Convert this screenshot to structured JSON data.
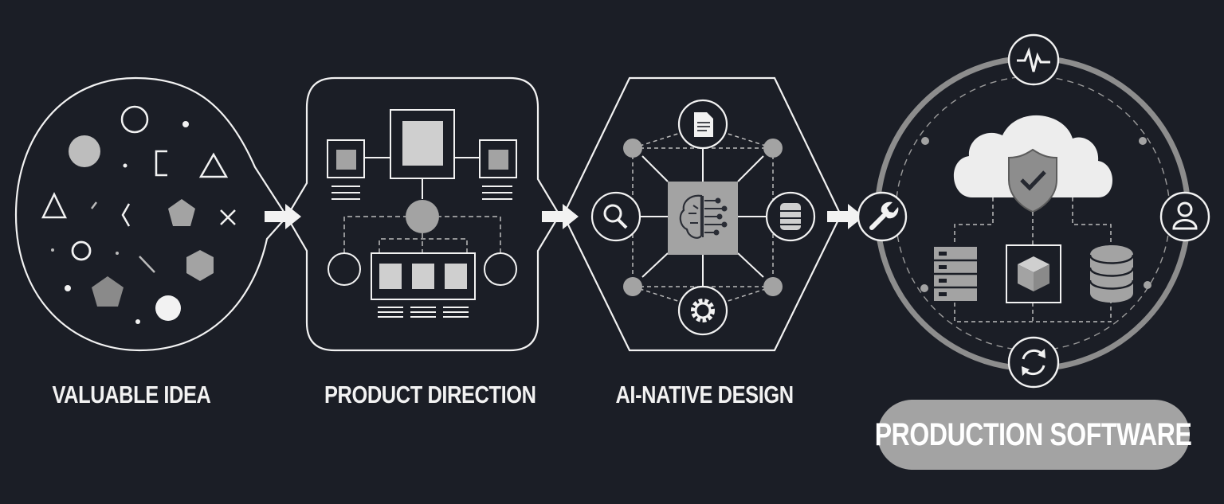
{
  "stages": [
    {
      "label": "VALUABLE IDEA"
    },
    {
      "label": "PRODUCT DIRECTION"
    },
    {
      "label": "AI-NATIVE DESIGN"
    },
    {
      "label": "PRODUCTION SOFTWARE"
    }
  ],
  "icons": {
    "stage3": [
      "document-icon",
      "search-icon",
      "brain-chip-icon",
      "database-icon",
      "gear-icon"
    ],
    "stage4": [
      "pulse-icon",
      "wrench-icon",
      "user-icon",
      "sync-icon",
      "cloud-icon",
      "shield-check-icon",
      "server-icon",
      "cube-icon",
      "database-icon"
    ]
  },
  "colors": {
    "background": "#1b1e26",
    "stroke": "#f2f2f2",
    "fill_gray": "#a3a3a3",
    "pill": "#a3a3a3"
  }
}
